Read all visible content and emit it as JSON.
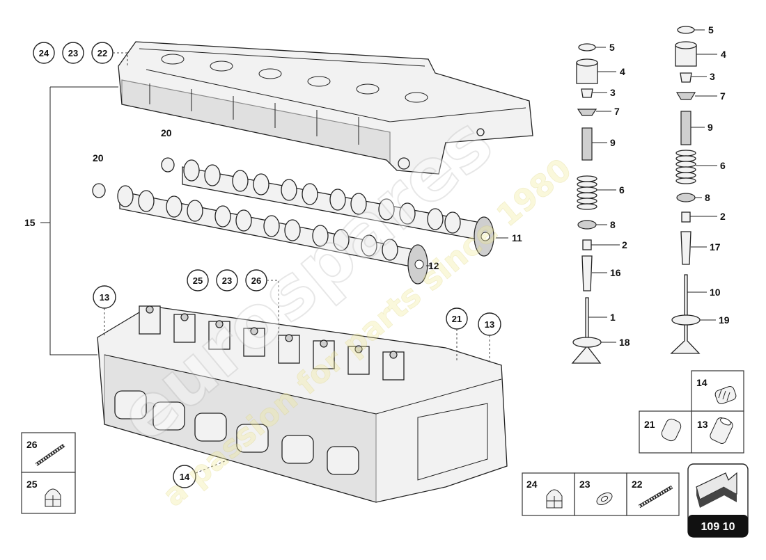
{
  "callouts_top": [
    "24",
    "23",
    "22"
  ],
  "callouts_mid": [
    "25",
    "23",
    "26"
  ],
  "callout_13a": "13",
  "callout_13b": "13",
  "callout_21": "21",
  "callout_14": "14",
  "label_15": "15",
  "label_20a": "20",
  "label_20b": "20",
  "label_11": "11",
  "label_12": "12",
  "valve_left": {
    "l5": "5",
    "l4": "4",
    "l3": "3",
    "l7": "7",
    "l9": "9",
    "l6": "6",
    "l8": "8",
    "l2": "2",
    "l16": "16",
    "l1": "1",
    "l18": "18"
  },
  "valve_right": {
    "l5": "5",
    "l4": "4",
    "l3": "3",
    "l7": "7",
    "l9": "9",
    "l6": "6",
    "l8": "8",
    "l2": "2",
    "l17": "17",
    "l10": "10",
    "l19": "19"
  },
  "legend": {
    "b14": "14",
    "b21": "21",
    "b13": "13",
    "b26": "26",
    "b25": "25",
    "b24": "24",
    "b23": "23",
    "b22": "22"
  },
  "page_ref": "109 10",
  "watermark": {
    "brand": "eurospares",
    "tagline": "a passion for parts since 1980"
  }
}
